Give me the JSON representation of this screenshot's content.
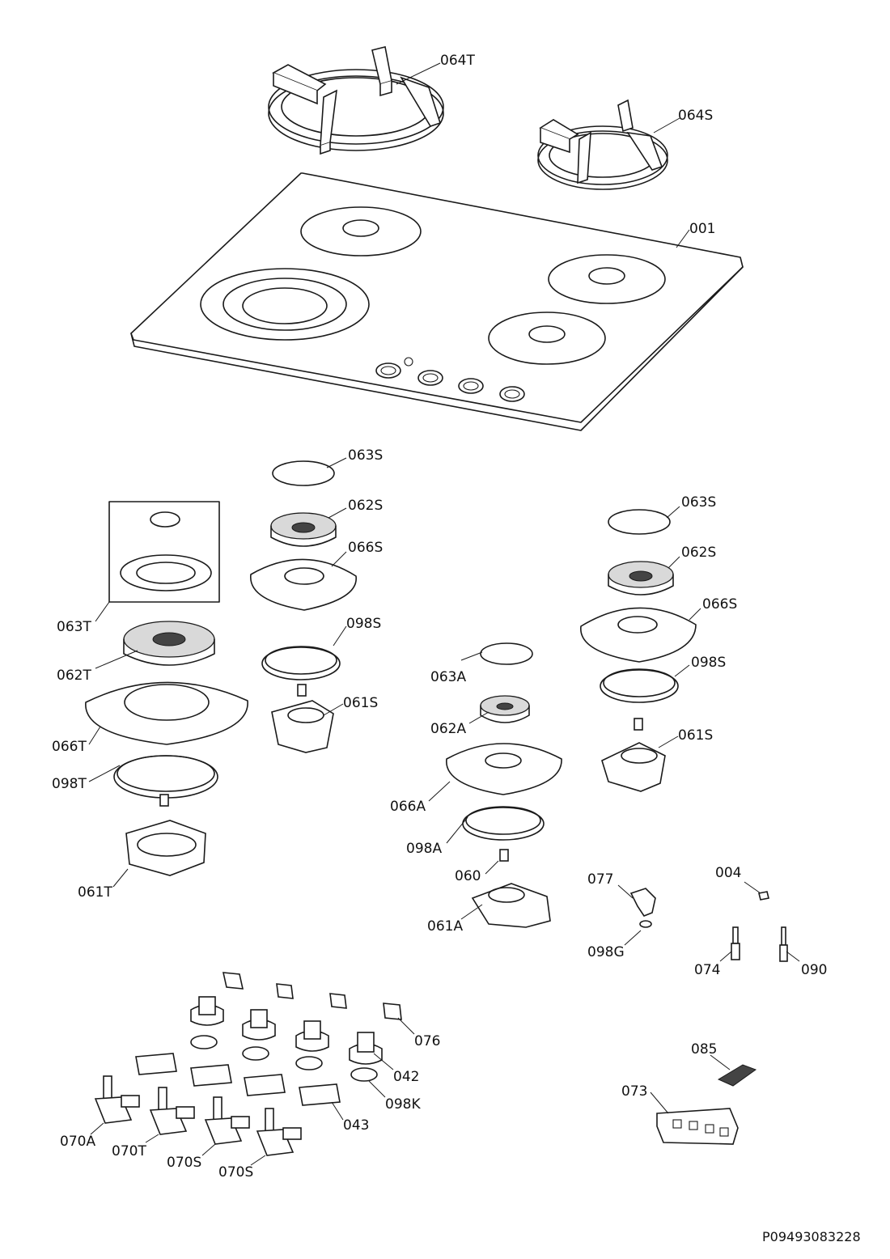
{
  "diagram": {
    "reference_code": "P09493083228",
    "parts": [
      {
        "id": "pan-support-large",
        "label": "064T"
      },
      {
        "id": "pan-support-small",
        "label": "064S"
      },
      {
        "id": "hob-top",
        "label": "001"
      },
      {
        "id": "burner-cap-s1",
        "label": "063S"
      },
      {
        "id": "burner-crown-s1",
        "label": "062S"
      },
      {
        "id": "burner-plate-s1",
        "label": "066S"
      },
      {
        "id": "seal-s1",
        "label": "098S"
      },
      {
        "id": "burner-base-s1",
        "label": "061S"
      },
      {
        "id": "burner-cap-t",
        "label": "063T"
      },
      {
        "id": "burner-crown-t",
        "label": "062T"
      },
      {
        "id": "burner-plate-t",
        "label": "066T"
      },
      {
        "id": "seal-t",
        "label": "098T"
      },
      {
        "id": "burner-base-t",
        "label": "061T"
      },
      {
        "id": "burner-cap-s2",
        "label": "063S"
      },
      {
        "id": "burner-crown-s2",
        "label": "062S"
      },
      {
        "id": "burner-plate-s2",
        "label": "066S"
      },
      {
        "id": "seal-s2",
        "label": "098S"
      },
      {
        "id": "burner-base-s2",
        "label": "061S"
      },
      {
        "id": "burner-cap-a",
        "label": "063A"
      },
      {
        "id": "burner-crown-a",
        "label": "062A"
      },
      {
        "id": "burner-plate-a",
        "label": "066A"
      },
      {
        "id": "seal-a",
        "label": "098A"
      },
      {
        "id": "injector",
        "label": "060"
      },
      {
        "id": "burner-base-a",
        "label": "061A"
      },
      {
        "id": "elbow-connector",
        "label": "077"
      },
      {
        "id": "seal-g",
        "label": "098G"
      },
      {
        "id": "clip",
        "label": "004"
      },
      {
        "id": "thermocouple",
        "label": "074"
      },
      {
        "id": "spark-plug",
        "label": "090"
      },
      {
        "id": "spring-clip",
        "label": "076"
      },
      {
        "id": "knob",
        "label": "042"
      },
      {
        "id": "seal-k",
        "label": "098K"
      },
      {
        "id": "switch",
        "label": "043"
      },
      {
        "id": "gas-valve-a",
        "label": "070A"
      },
      {
        "id": "gas-valve-t",
        "label": "070T"
      },
      {
        "id": "gas-valve-s1",
        "label": "070S"
      },
      {
        "id": "gas-valve-s2",
        "label": "070S"
      },
      {
        "id": "cable-clamp",
        "label": "085"
      },
      {
        "id": "ignition-generator",
        "label": "073"
      }
    ]
  }
}
